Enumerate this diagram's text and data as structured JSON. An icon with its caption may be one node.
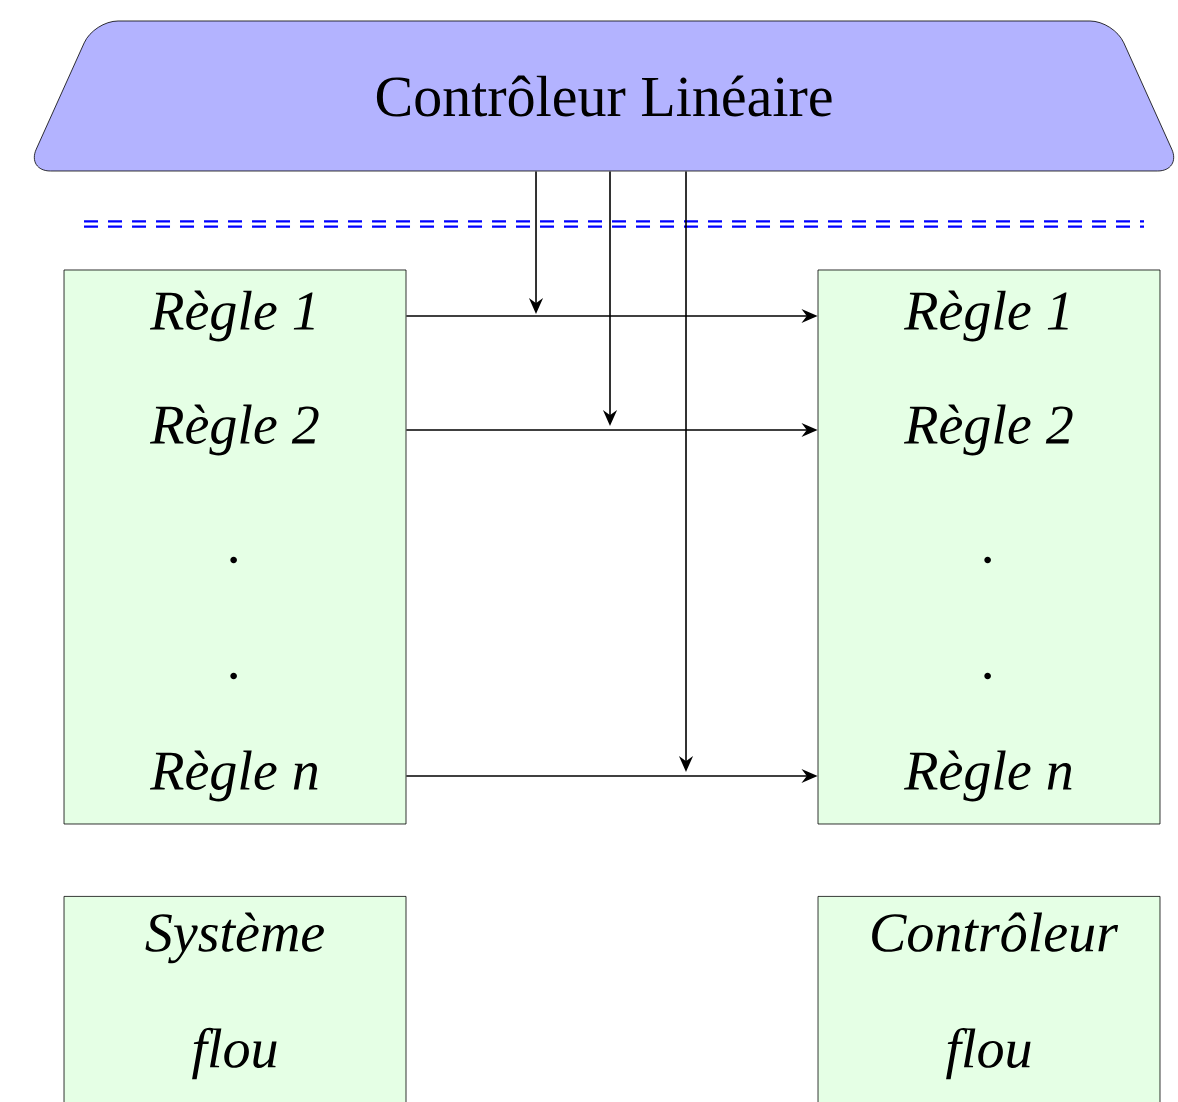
{
  "diagram": {
    "nodes": [
      {
        "text": [
          "Contrôleur Linéaire"
        ]
      },
      {
        "text": [],
        "shape": "box"
      },
      {
        "text": [
          "Règle 1"
        ],
        "in": 1
      },
      {
        "text": [
          "Règle 2"
        ],
        "in": 1
      },
      {
        "text": [
          "."
        ],
        "in": 1
      },
      {
        "text": [
          "."
        ],
        "in": 1
      },
      {
        "text": [
          "Règle n"
        ],
        "in": 1
      },
      {
        "text": [],
        "shape": "box"
      },
      {
        "text": [
          "Règle 1"
        ],
        "in": 7
      },
      {
        "text": [
          "Règle 2"
        ],
        "in": 7
      },
      {
        "text": [
          "."
        ],
        "in": 7
      },
      {
        "text": [
          "."
        ],
        "in": 7
      },
      {
        "text": [
          "Règle n"
        ],
        "in": 7
      },
      {
        "text": [
          "Système flou"
        ]
      },
      {
        "text": [
          "Contrôleur flou"
        ]
      }
    ],
    "edges": [
      {
        "from": 2,
        "to": 8,
        "arrow": "to"
      },
      {
        "from": 3,
        "to": 9,
        "arrow": "to"
      },
      {
        "from": 6,
        "to": 12,
        "arrow": "to"
      },
      {
        "from": 0,
        "to": null,
        "arrow": "to"
      },
      {
        "from": 0,
        "to": null,
        "arrow": "to"
      },
      {
        "from": 0,
        "to": null,
        "arrow": "to"
      }
    ]
  }
}
